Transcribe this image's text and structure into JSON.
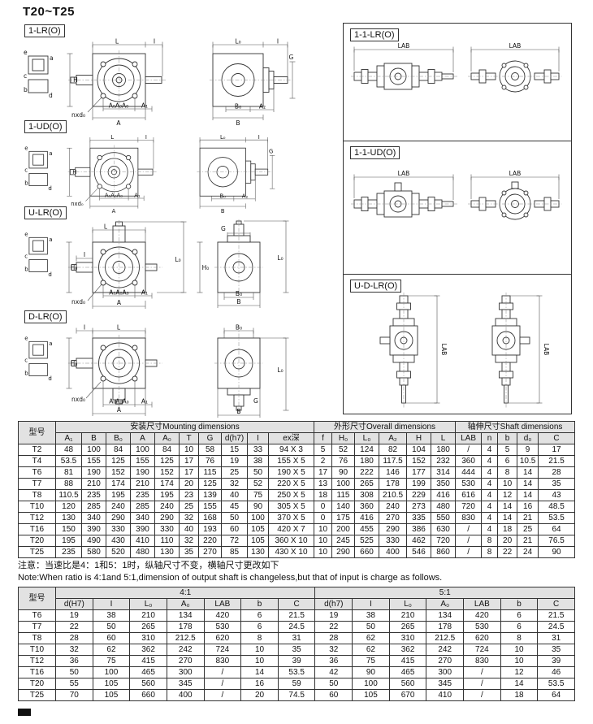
{
  "page": {
    "title": "T20~T25"
  },
  "diagrams": {
    "icon_letters": [
      "e",
      "a",
      "c",
      "b",
      "d"
    ],
    "left": [
      {
        "title": "1-LR(O)",
        "front": {
          "top": "L",
          "top2": "I",
          "left": "H",
          "leader": "nxd₀",
          "chain1": "A₀A₀A₀",
          "chain2": "A₁",
          "chain3": "A"
        },
        "side": {
          "top": "L₀",
          "top2": "I",
          "right": "G",
          "chain1": "B₀",
          "chain2": "A₂",
          "chain3": "B"
        }
      },
      {
        "title": "1-UD(O)",
        "front": {
          "top": "L",
          "top2": "I",
          "left": "H",
          "leader": "nxd₀",
          "chain1": "A₀A₀A₀",
          "chain2": "A₁",
          "chain3": "A"
        },
        "side": {
          "top": "L₀",
          "top2": "I",
          "right": "G",
          "chain1": "B₀",
          "chain2": "A₂",
          "chain3": "B"
        }
      },
      {
        "title": "U-LR(O)",
        "front": {
          "top": "L",
          "top2": "I",
          "left": "H₀",
          "right": "L₀",
          "leader": "nxd₀",
          "chain1": "A₀A₀A₀",
          "chain2": "A₁",
          "chain3": "A"
        },
        "side": {
          "top": "G",
          "left": "H₀",
          "right": "L₀",
          "chain1": "B₀",
          "chain3": "B"
        }
      },
      {
        "title": "D-LR(O)",
        "front": {
          "top": "I",
          "top2": "L",
          "left": "H₀",
          "leader": "nxd₀",
          "chain1": "A₀A₀A₀",
          "chain2": "A₁",
          "chain3": "A"
        },
        "side": {
          "top": "B₀",
          "right": "L₀",
          "g": "G",
          "bottom": "B"
        }
      }
    ],
    "right": [
      {
        "title": "1-1-LR(O)",
        "dim_a": "LAB",
        "dim_b": "LAB"
      },
      {
        "title": "1-1-UD(O)",
        "dim_a": "LAB",
        "dim_b": "LAB"
      },
      {
        "title": "U-D-LR(O)",
        "dim_a": "LAB",
        "dim_b": "LAB"
      }
    ]
  },
  "main_table": {
    "model_header": "型号",
    "groups": [
      "安装尺寸Mounting dimensions",
      "外形尺寸Overall dimensions",
      "轴伸尺寸Shaft dimensions"
    ],
    "columns": [
      "A₁",
      "B",
      "B₀",
      "A",
      "A₀",
      "T",
      "G",
      "d(h7)",
      "I",
      "ex深",
      "f",
      "H₀",
      "L₀",
      "A₂",
      "H",
      "L",
      "LAB",
      "n",
      "b",
      "d₀",
      "C"
    ],
    "rows": [
      [
        "T2",
        "48",
        "100",
        "84",
        "100",
        "84",
        "10",
        "58",
        "15",
        "33",
        "94 X 3",
        "5",
        "52",
        "124",
        "82",
        "104",
        "180",
        "/",
        "4",
        "5",
        "9",
        "17"
      ],
      [
        "T4",
        "53.5",
        "155",
        "125",
        "155",
        "125",
        "17",
        "76",
        "19",
        "38",
        "155 X 5",
        "2",
        "76",
        "180",
        "117.5",
        "152",
        "232",
        "360",
        "4",
        "6",
        "10.5",
        "21.5"
      ],
      [
        "T6",
        "81",
        "190",
        "152",
        "190",
        "152",
        "17",
        "115",
        "25",
        "50",
        "190 X 5",
        "17",
        "90",
        "222",
        "146",
        "177",
        "314",
        "444",
        "4",
        "8",
        "14",
        "28"
      ],
      [
        "T7",
        "88",
        "210",
        "174",
        "210",
        "174",
        "20",
        "125",
        "32",
        "52",
        "220 X 5",
        "13",
        "100",
        "265",
        "178",
        "199",
        "350",
        "530",
        "4",
        "10",
        "14",
        "35"
      ],
      [
        "T8",
        "110.5",
        "235",
        "195",
        "235",
        "195",
        "23",
        "139",
        "40",
        "75",
        "250 X 5",
        "18",
        "115",
        "308",
        "210.5",
        "229",
        "416",
        "616",
        "4",
        "12",
        "14",
        "43"
      ],
      [
        "T10",
        "120",
        "285",
        "240",
        "285",
        "240",
        "25",
        "155",
        "45",
        "90",
        "305 X 5",
        "0",
        "140",
        "360",
        "240",
        "273",
        "480",
        "720",
        "4",
        "14",
        "16",
        "48.5"
      ],
      [
        "T12",
        "130",
        "340",
        "290",
        "340",
        "290",
        "32",
        "168",
        "50",
        "100",
        "370 X 5",
        "0",
        "175",
        "416",
        "270",
        "335",
        "550",
        "830",
        "4",
        "14",
        "21",
        "53.5"
      ],
      [
        "T16",
        "150",
        "390",
        "330",
        "390",
        "330",
        "40",
        "193",
        "60",
        "105",
        "420 X 7",
        "10",
        "200",
        "455",
        "290",
        "386",
        "630",
        "/",
        "4",
        "18",
        "25",
        "64"
      ],
      [
        "T20",
        "195",
        "490",
        "430",
        "410",
        "110",
        "32",
        "220",
        "72",
        "105",
        "360 X 10",
        "10",
        "245",
        "525",
        "330",
        "462",
        "720",
        "/",
        "8",
        "20",
        "21",
        "76.5"
      ],
      [
        "T25",
        "235",
        "580",
        "520",
        "480",
        "130",
        "35",
        "270",
        "85",
        "130",
        "430 X 10",
        "10",
        "290",
        "660",
        "400",
        "546",
        "860",
        "/",
        "8",
        "22",
        "24",
        "90"
      ]
    ]
  },
  "note": {
    "cn": "注意：当速比是4：1和5：1时，纵轴尺寸不变，横轴尺寸更改如下",
    "en": "Note:When ratio is 4:1and 5:1,dimension of output shaft is changeless,but that of input is charge as follows."
  },
  "ratio_table": {
    "model_header": "型号",
    "groups": [
      "4:1",
      "5:1"
    ],
    "columns": [
      "d(H7)",
      "I",
      "L₀",
      "A₀",
      "LAB",
      "b",
      "C",
      "d(h7)",
      "I",
      "L₀",
      "A₀",
      "LAB",
      "b",
      "C"
    ],
    "rows": [
      [
        "T6",
        "19",
        "38",
        "210",
        "134",
        "420",
        "6",
        "21.5",
        "19",
        "38",
        "210",
        "134",
        "420",
        "6",
        "21.5"
      ],
      [
        "T7",
        "22",
        "50",
        "265",
        "178",
        "530",
        "6",
        "24.5",
        "22",
        "50",
        "265",
        "178",
        "530",
        "6",
        "24.5"
      ],
      [
        "T8",
        "28",
        "60",
        "310",
        "212.5",
        "620",
        "8",
        "31",
        "28",
        "62",
        "310",
        "212.5",
        "620",
        "8",
        "31"
      ],
      [
        "T10",
        "32",
        "62",
        "362",
        "242",
        "724",
        "10",
        "35",
        "32",
        "62",
        "362",
        "242",
        "724",
        "10",
        "35"
      ],
      [
        "T12",
        "36",
        "75",
        "415",
        "270",
        "830",
        "10",
        "39",
        "36",
        "75",
        "415",
        "270",
        "830",
        "10",
        "39"
      ],
      [
        "T16",
        "50",
        "100",
        "465",
        "300",
        "/",
        "14",
        "53.5",
        "42",
        "90",
        "465",
        "300",
        "/",
        "12",
        "46"
      ],
      [
        "T20",
        "55",
        "105",
        "560",
        "345",
        "/",
        "16",
        "59",
        "50",
        "100",
        "560",
        "345",
        "/",
        "14",
        "53.5"
      ],
      [
        "T25",
        "70",
        "105",
        "660",
        "400",
        "/",
        "20",
        "74.5",
        "60",
        "105",
        "670",
        "410",
        "/",
        "18",
        "64"
      ]
    ]
  }
}
